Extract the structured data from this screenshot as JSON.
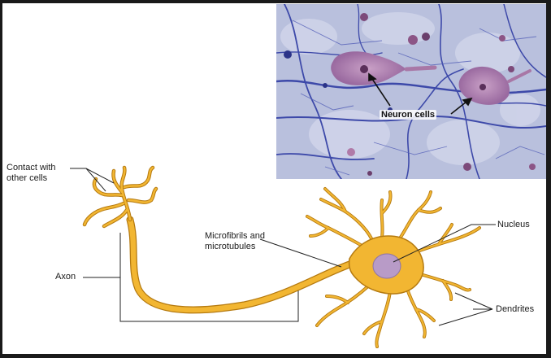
{
  "micrograph": {
    "label": "Neuron cells"
  },
  "diagram": {
    "labels": {
      "contact": "Contact with\nother cells",
      "axon": "Axon",
      "microfibrils": "Microfibrils and\nmicrotubules",
      "nucleus": "Nucleus",
      "dendrites": "Dendrites"
    }
  },
  "colors": {
    "frame": "#1a1a1a",
    "neuron_fill": "#f2b632",
    "neuron_outline": "#b57a10",
    "nucleus": "#b89bc7",
    "leader": "#222222",
    "tissue": "#b7bedc",
    "stained_fiber": "#3b47a8",
    "cell_body_stain": "#a877a6"
  }
}
